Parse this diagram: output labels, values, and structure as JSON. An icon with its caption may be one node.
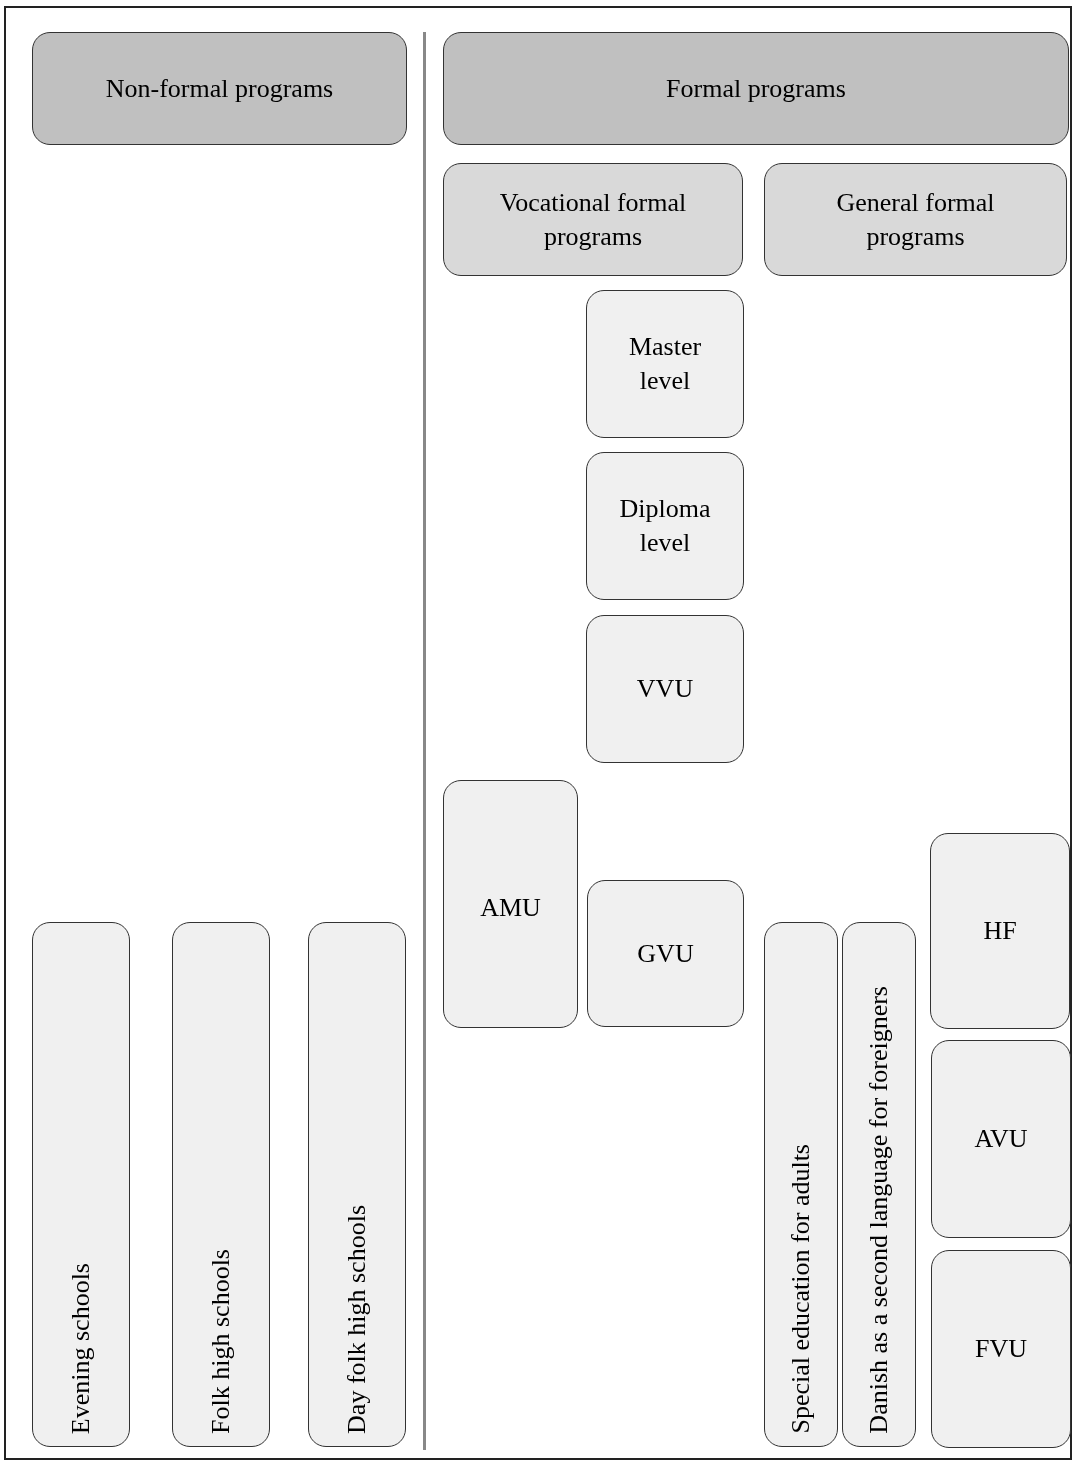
{
  "diagram": {
    "nodes": [
      {
        "text": [
          "Non-formal programs"
        ]
      },
      {
        "text": [
          "Formal programs"
        ]
      },
      {
        "text": [
          "Vocational formal programs"
        ]
      },
      {
        "text": [
          "General formal programs"
        ]
      },
      {
        "text": [
          "Master level"
        ]
      },
      {
        "text": [
          "Diploma level"
        ]
      },
      {
        "text": [
          "VVU"
        ]
      },
      {
        "text": [
          "AMU"
        ]
      },
      {
        "text": [
          "HF"
        ]
      },
      {
        "text": [
          "GVU"
        ]
      },
      {
        "text": [
          "Evening schools"
        ]
      },
      {
        "text": [
          "Folk high schools"
        ]
      },
      {
        "text": [
          "Day folk high schools"
        ]
      },
      {
        "text": [
          "Special education for adults"
        ]
      },
      {
        "text": [
          "Danish as a second language for foreigners"
        ]
      },
      {
        "text": [
          "AVU"
        ]
      },
      {
        "text": [
          "FVU"
        ]
      }
    ]
  }
}
